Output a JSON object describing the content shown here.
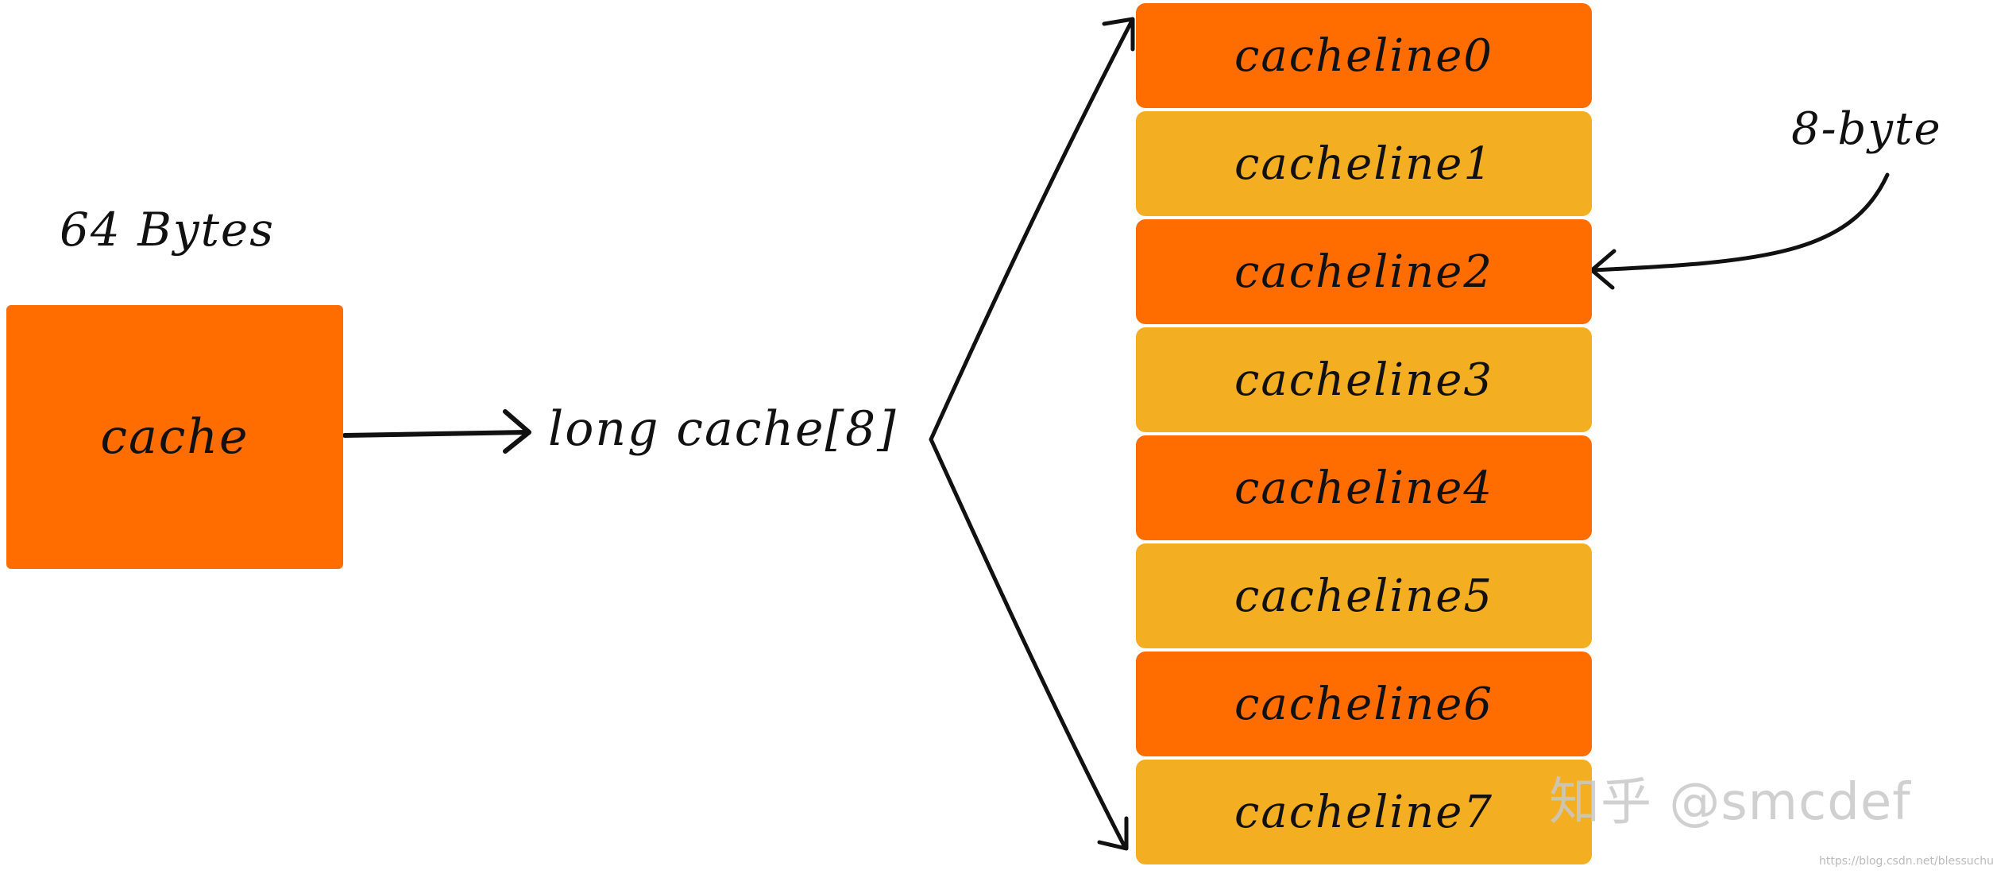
{
  "diagram": {
    "size_label": "64 Bytes",
    "cache_label": "cache",
    "array_label": "long cache[8]",
    "byte_label": "8-byte",
    "cache_lines": [
      {
        "label": "cacheline0",
        "color": "#ff6c00"
      },
      {
        "label": "cacheline1",
        "color": "#f4ae22"
      },
      {
        "label": "cacheline2",
        "color": "#ff6c00"
      },
      {
        "label": "cacheline3",
        "color": "#f4ae22"
      },
      {
        "label": "cacheline4",
        "color": "#ff6c00"
      },
      {
        "label": "cacheline5",
        "color": "#f4ae22"
      },
      {
        "label": "cacheline6",
        "color": "#ff6c00"
      },
      {
        "label": "cacheline7",
        "color": "#f4ae22"
      }
    ]
  },
  "watermark": {
    "text": "知乎 @smcdef",
    "url": "https://blog.csdn.net/blessuchu"
  },
  "colors": {
    "orange": "#ff6c00",
    "amber": "#f4ae22",
    "ink": "#111111"
  }
}
